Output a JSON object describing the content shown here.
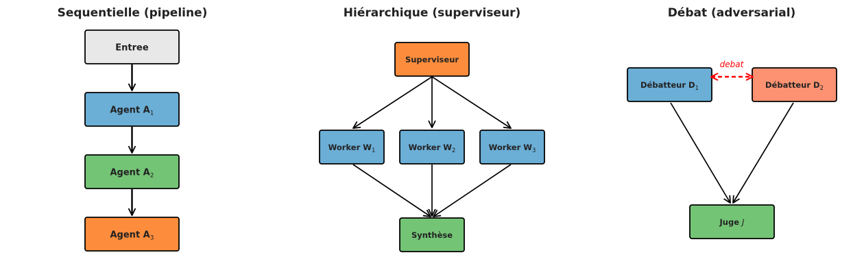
{
  "colors": {
    "gray": "#e8e8e8",
    "blue": "#6baed6",
    "green": "#74c476",
    "orange": "#fd8d3c",
    "salmon": "#fc9272",
    "red": "#ff0000"
  },
  "panels": {
    "sequential": {
      "title": "Sequentielle (pipeline)",
      "nodes": [
        {
          "name": "Entree",
          "sub": ""
        },
        {
          "name": "Agent A",
          "sub": "1"
        },
        {
          "name": "Agent A",
          "sub": "2"
        },
        {
          "name": "Agent A",
          "sub": "3"
        }
      ]
    },
    "hierarchical": {
      "title": "Hiérarchique (superviseur)",
      "supervisor": "Superviseur",
      "workers": [
        {
          "name": "Worker W",
          "sub": "1"
        },
        {
          "name": "Worker W",
          "sub": "2"
        },
        {
          "name": "Worker W",
          "sub": "3"
        }
      ],
      "synthesis": "Synthèse"
    },
    "debate": {
      "title": "Débat (adversarial)",
      "debater1": {
        "name": "Débatteur D",
        "sub": "1"
      },
      "debater2": {
        "name": "Débatteur D",
        "sub": "2"
      },
      "judge": {
        "name": "Juge ",
        "italic": "J"
      },
      "edge_label": "debat"
    }
  }
}
